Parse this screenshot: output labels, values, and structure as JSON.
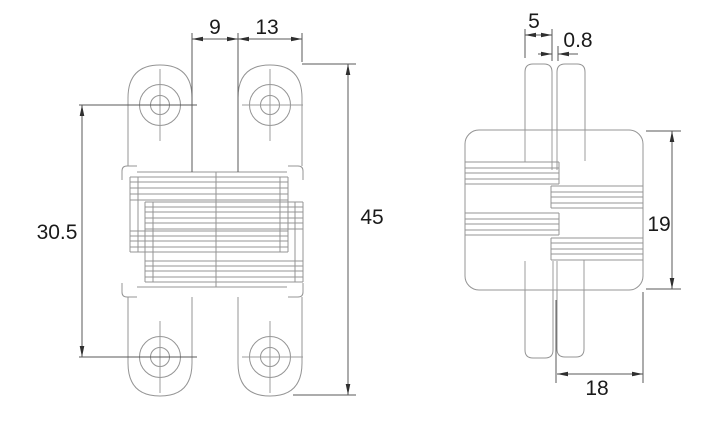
{
  "drawing": {
    "subject": "Concealed hinge - two-view dimensioned drawing",
    "dimensions": {
      "front": {
        "lobe_gap": "9",
        "lobe_width": "13",
        "hole_spacing": "30.5",
        "overall_length": "45"
      },
      "side": {
        "leaf_thickness": "5",
        "leaf_gap": "0.8",
        "body_height": "19",
        "body_width": "18"
      }
    },
    "colors": {
      "background": "#ffffff",
      "outline": "#949494",
      "dimension_line": "#5a5a5a",
      "arrow": "#2f2f2f",
      "text": "#1a1a1a"
    }
  }
}
